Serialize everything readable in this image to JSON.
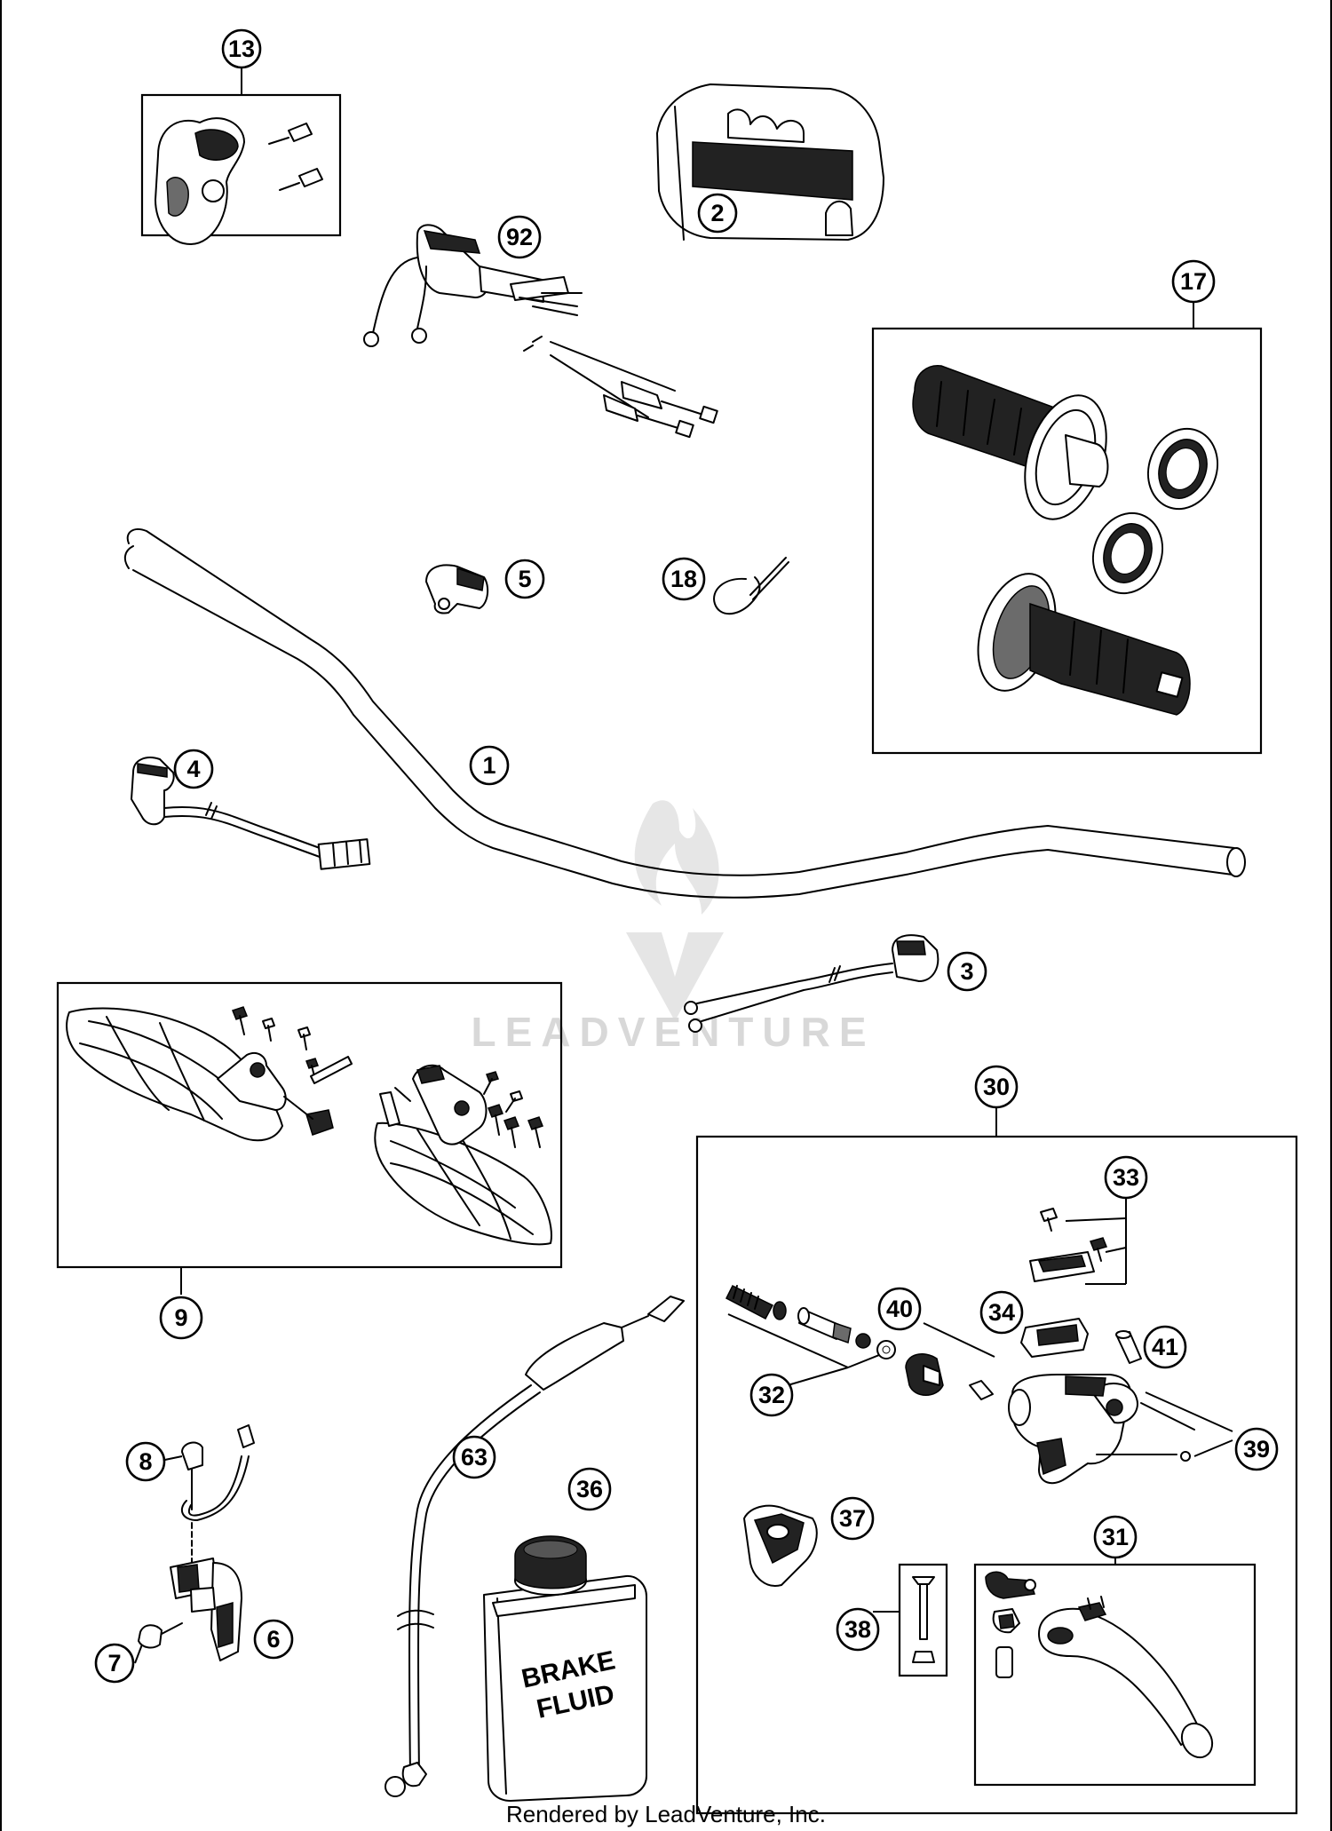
{
  "callouts": {
    "c13": "13",
    "c2": "2",
    "c92": "92",
    "c17": "17",
    "c5": "5",
    "c18": "18",
    "c1": "1",
    "c4": "4",
    "c3": "3",
    "c9": "9",
    "c30": "30",
    "c33": "33",
    "c40": "40",
    "c34": "34",
    "c41": "41",
    "c32": "32",
    "c39": "39",
    "c8": "8",
    "c63": "63",
    "c37": "37",
    "c31": "31",
    "c36": "36",
    "c38": "38",
    "c6": "6",
    "c7": "7"
  },
  "brake_fluid_label": {
    "line1": "BRAKE",
    "line2": "FLUID"
  },
  "watermark": "LEADVENTURE",
  "footer": "Rendered by LeadVenture, Inc.",
  "colors": {
    "line": "#000000",
    "watermark": "#d4d4d4",
    "background": "#ffffff"
  }
}
